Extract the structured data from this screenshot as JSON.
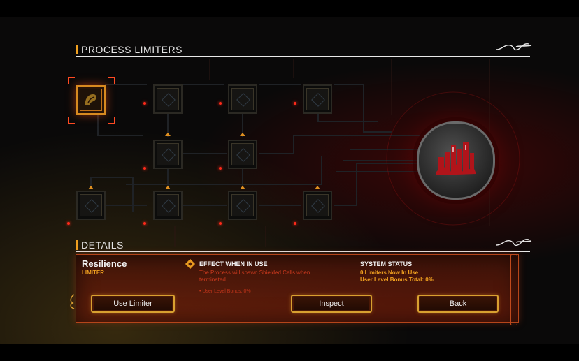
{
  "sections": {
    "limiters_title": "PROCESS LIMITERS",
    "details_title": "DETAILS"
  },
  "selected_limiter": {
    "name": "Resilience",
    "type": "LIMITER"
  },
  "effect": {
    "title": "EFFECT WHEN IN USE",
    "description": "The Process will spawn Shielded Cells when terminated.",
    "bonus": "• User Level Bonus: 0%"
  },
  "system_status": {
    "title": "SYSTEM STATUS",
    "limiters_in_use": "0 Limiters Now In Use",
    "bonus_total": "User Level Bonus Total: 0%"
  },
  "buttons": {
    "use": "Use Limiter",
    "inspect": "Inspect",
    "back": "Back"
  },
  "colors": {
    "accent": "#f0a020",
    "danger": "#ff2a1a",
    "panel": "#5a1a08"
  },
  "icons": {
    "header_flourish": "ornate-flourish-icon",
    "selected_node": "resilience-limiter-icon",
    "locked_node": "locked-limiter-icon",
    "core": "process-core-icon",
    "effect": "effect-diamond-icon"
  }
}
